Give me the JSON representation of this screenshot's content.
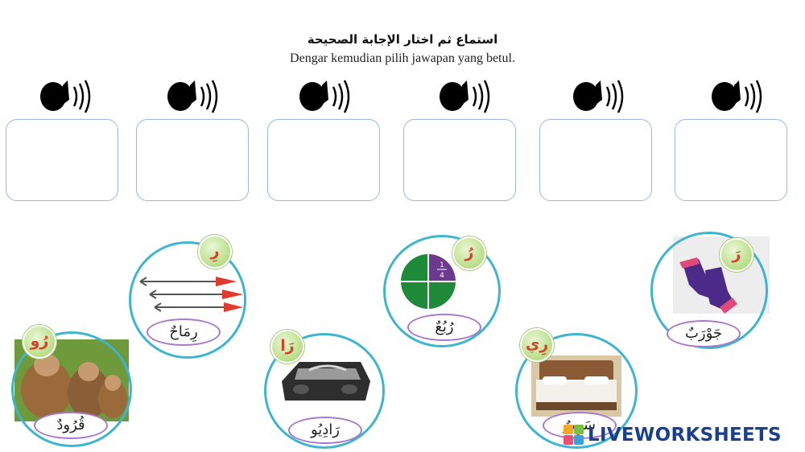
{
  "instructions": {
    "arabic": "استماع ثم اختار الإجابة  الصحيحة",
    "malay": "Dengar kemudian pilih jawapan yang betul."
  },
  "listen_items": [
    {
      "icon": "ear-listening-icon"
    },
    {
      "icon": "ear-listening-icon"
    },
    {
      "icon": "ear-listening-icon"
    },
    {
      "icon": "ear-listening-icon"
    },
    {
      "icon": "ear-listening-icon"
    },
    {
      "icon": "ear-listening-icon"
    }
  ],
  "answer_boxes": [
    "",
    "",
    "",
    "",
    "",
    ""
  ],
  "cards": [
    {
      "letter": "رِ",
      "word": "رِمَاحٌ",
      "picture": "arrows-picture"
    },
    {
      "letter": "رُ",
      "word": "رُبُعٌ",
      "picture": "quarter-circle-picture"
    },
    {
      "letter": "رَ",
      "word": "جَوْرَبٌ",
      "picture": "socks-picture"
    },
    {
      "letter": "رُو",
      "word": "قُرُودٌ",
      "picture": "monkeys-picture"
    },
    {
      "letter": "رَا",
      "word": "رَادِيُو",
      "picture": "radio-picture"
    },
    {
      "letter": "رِي",
      "word": "سَرِيرٌ",
      "picture": "bed-picture"
    }
  ],
  "fraction": {
    "numerator": "1",
    "denominator": "4"
  },
  "logo": {
    "text": "LIVEWORKSHEETS",
    "icon": "liveworksheets-logo-icon"
  },
  "colors": {
    "circle": "#3db4d0",
    "badge": "#b9de88",
    "letter": "#d4442a",
    "label_border": "#a77ac9",
    "answer_border": "#9ab8d8",
    "logo": "#1b3f8f"
  }
}
